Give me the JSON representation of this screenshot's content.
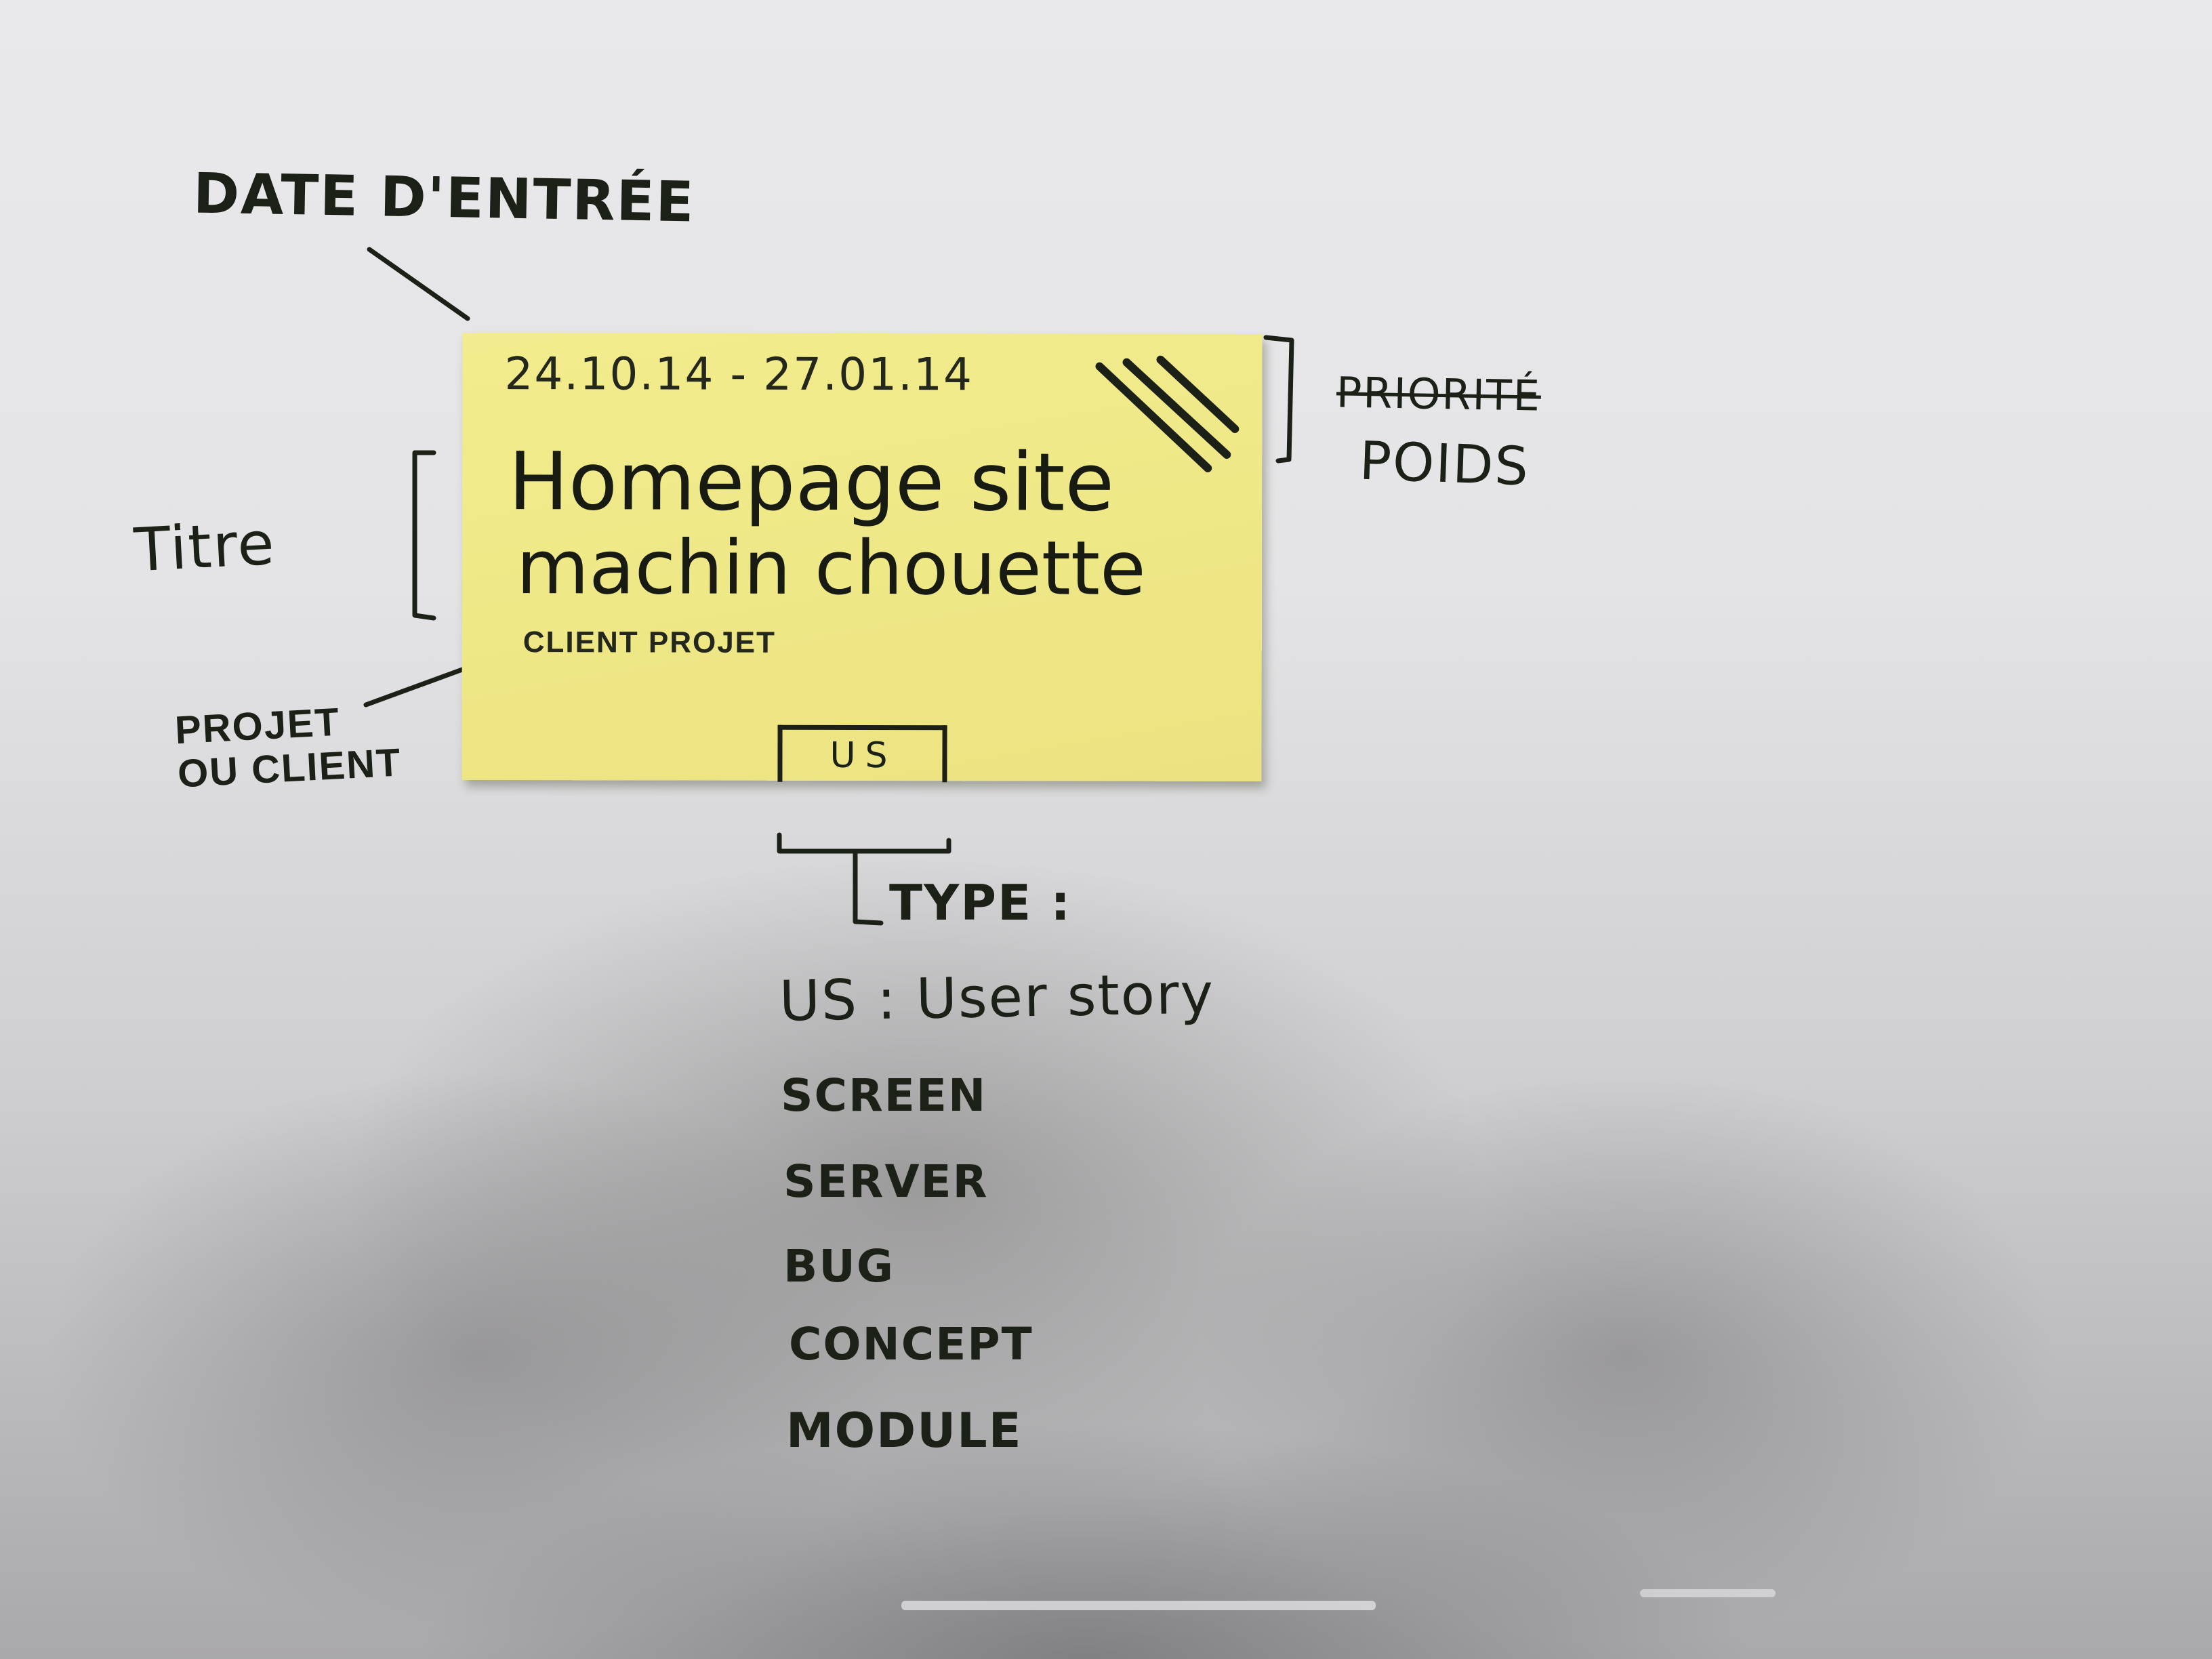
{
  "annotations": {
    "date_label": "DATE D'ENTRÉE",
    "title_label": "Titre",
    "project_label_line1": "PROJET",
    "project_label_line2": "OU CLIENT",
    "priority_label": "PRIORITÉ",
    "weight_label": "POIDS"
  },
  "note": {
    "dates": "24.10.14 - 27.01.14",
    "title_line1": "Homepage site",
    "title_line2": "machin chouette",
    "client_project": "CLIENT PROJET",
    "type_tag": "US"
  },
  "types": {
    "heading": "TYPE :",
    "items": [
      "US : User story",
      "SCREEN",
      "SERVER",
      "BUG",
      "CONCEPT",
      "MODULE"
    ]
  },
  "colors": {
    "note": "#efe887",
    "ink": "#1c2117",
    "whiteboard": "#e6e6e8"
  }
}
